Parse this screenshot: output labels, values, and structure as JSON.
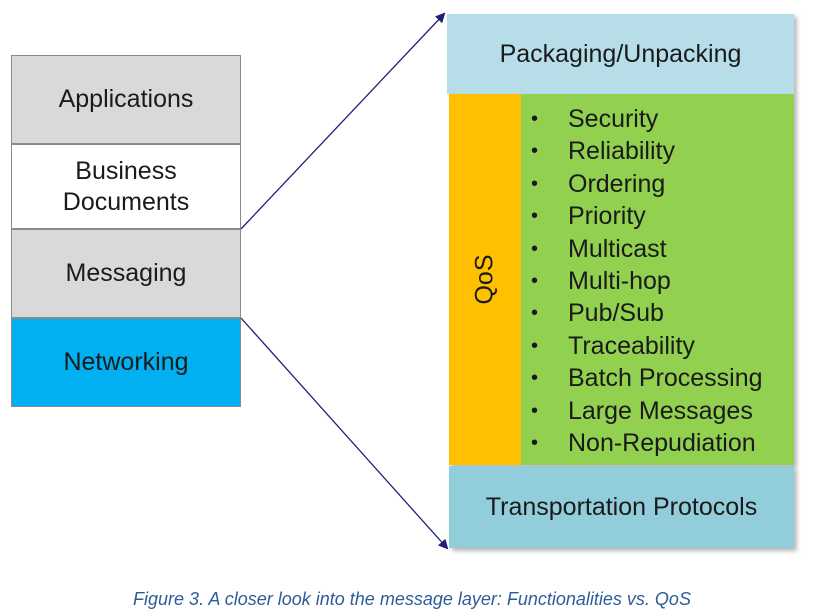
{
  "stack": {
    "applications": "Applications",
    "business_line1": "Business",
    "business_line2": "Documents",
    "messaging": "Messaging",
    "networking": "Networking"
  },
  "detail": {
    "top": "Packaging/Unpacking",
    "qos": "QoS",
    "features": [
      "Security",
      "Reliability",
      "Ordering",
      "Priority",
      "Multicast",
      "Multi-hop",
      "Pub/Sub",
      "Traceability",
      "Batch Processing",
      "Large Messages",
      "Non-Repudiation"
    ],
    "bottom": "Transportation Protocols"
  },
  "bullet": "•",
  "caption": "Figure 3. A closer look into the message layer: Functionalities vs. QoS",
  "colors": {
    "applications": "#d9d9d9",
    "messaging": "#d9d9d9",
    "networking": "#00b0f0",
    "packaging": "#b7dee8",
    "qos": "#ffc000",
    "features": "#92d050",
    "transport": "#92cddc",
    "connector": "#1f1f7a",
    "caption": "#2e5c9a"
  }
}
